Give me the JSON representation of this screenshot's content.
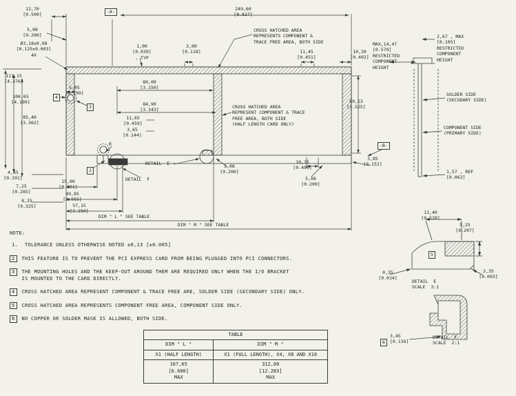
{
  "drawing": {
    "datum_a": "-A-",
    "datum_b": "-B-",
    "r_label": "R",
    "flags": {
      "f2": "2",
      "f3": "3",
      "f4": "4",
      "f5": "5",
      "f6": "6"
    },
    "dims": {
      "d1270": "12,70\n[0.500]",
      "d24960": "249,60\n[9.827]",
      "d508_top": "5,08\n[0.200]",
      "hole": "Ø3,18±0,08\n[0.125±0.003]\n4X",
      "d100_typ": "1,00\n[0.039]\n, TYP",
      "d300": "3,00\n[0.118]",
      "d1145": "11,45\n[0.451]",
      "d1020": "10,20\n[0.402]",
      "d11115": "111,15\n[4.376]",
      "d10665": "106,65\n[4.199]",
      "d8540": "85,40\n[3.362]",
      "d505": "5,05\n[0.199]",
      "d8000": "80,00\n[3.150]",
      "d8490": "84,90\n[3.343]",
      "d1165": "11,65\n[0.459]",
      "d365": "3,65\n[0.144]",
      "d8953": "89,53\n[3.525]",
      "d508_mid": "5,08\n[0.200]",
      "d1015": "10,15\n[0.400]",
      "d385": "3,85\n[0.152]",
      "d485": "4,85\n[0.191]",
      "d1500": "15,00\n[0.591]",
      "d725": "7,25\n[0.285]",
      "d4985": "49,85\n[1.955]",
      "d825": "8,25\n[0.325]",
      "d5715": "57,15\n[2.250]",
      "d508_bot": "5,08\n[0.200]",
      "dim_l": "DIM \" L \" SEE TABLE",
      "dim_m": "DIM \" M \" SEE TABLE",
      "detail_e_ref": "DETAIL  E",
      "detail_f_ref": "DETAIL  F"
    },
    "callouts": {
      "hatch_top": "CROSS HATCHED AREA\nREPRESENTS COMPONENT &\nTRACE FREE AREA, BOTH SIDE",
      "hatch_mid": "CROSS HATCHED AREA\nREPRESENT COMPONENT & TRACE\nFREE AREA, BOTH SIDE\n(HALF LENGTH CARD ONLY)"
    },
    "side_view": {
      "restricted_left": "MAX,14,47\n[0.570]\nRESTRICTED\nCOMPONENT\nHEIGHT",
      "restricted_right": "2,67 , MAX\n[0.105]\nRESTRICTED\nCOMPONENT\nHEIGHT",
      "solder_side": "SOLDER SIDE\n(SECODARY SIDE)",
      "component_side": "COMPONENT SIDE\n(PRIMARY SIDE)",
      "thickness_ref": "1,57 , REF\n[0.062]"
    },
    "detail_e": {
      "d1340": "13,40\n[0.528]",
      "d525": "5,25\n[0.207]",
      "d035": "0,35\n[0.014]",
      "d235": "2,35\n[0.093]",
      "caption": "DETAIL  E\nSCALE  3:1"
    },
    "detail_f": {
      "d345": "3,45\n[0.136]",
      "caption": "DETAIL  F\nSCALE  2:1"
    }
  },
  "notes": {
    "heading": "NOTE:",
    "items": [
      {
        "marker": "1.",
        "text": "TOLERANCE UNLESS OTHERWISE NOTED ±0,13 [±0.005]"
      },
      {
        "marker": "2",
        "text": "THIS FEATURE IS TO PREVENT THE PCI EXPRESS CARD FROM BEING PLUGGED INTO PCI CONNECTORS."
      },
      {
        "marker": "3",
        "text": "THE MOUNTING HOLES AND THE KEEP-OUT AROUND THEM ARE REQUIRED ONLY WHEN THE I/O BRACKET\nIS MOUNTED TO THE CARD DIRECTLY."
      },
      {
        "marker": "4",
        "text": "CROSS HATCHED AREA REPRESENT COMPONENT & TRACE FREE ARE, SOLDER SIDE (SECONDARY SIDE) ONLY."
      },
      {
        "marker": "5",
        "text": "CROSS HATCHED AREA REPRESENTS COMPONENT FREE AREA, COMPONENT SIDE ONLY."
      },
      {
        "marker": "6",
        "text": "NO COPPER OR SOLDER MASK IS ALLOWED, BOTH SIDE."
      }
    ]
  },
  "table": {
    "title": "TABLE",
    "col_l_header": "DIM \" L \"",
    "col_m_header": "DIM \" M \"",
    "col_l_sub": "X1 (HALF LENGTH)",
    "col_m_sub": "X1 (FULL LENGTH), X4, X8 AND X16",
    "col_l_value": "167,65\n[6.600]\nMAX",
    "col_m_value": "312,00\n[12.283]\nMAX"
  }
}
